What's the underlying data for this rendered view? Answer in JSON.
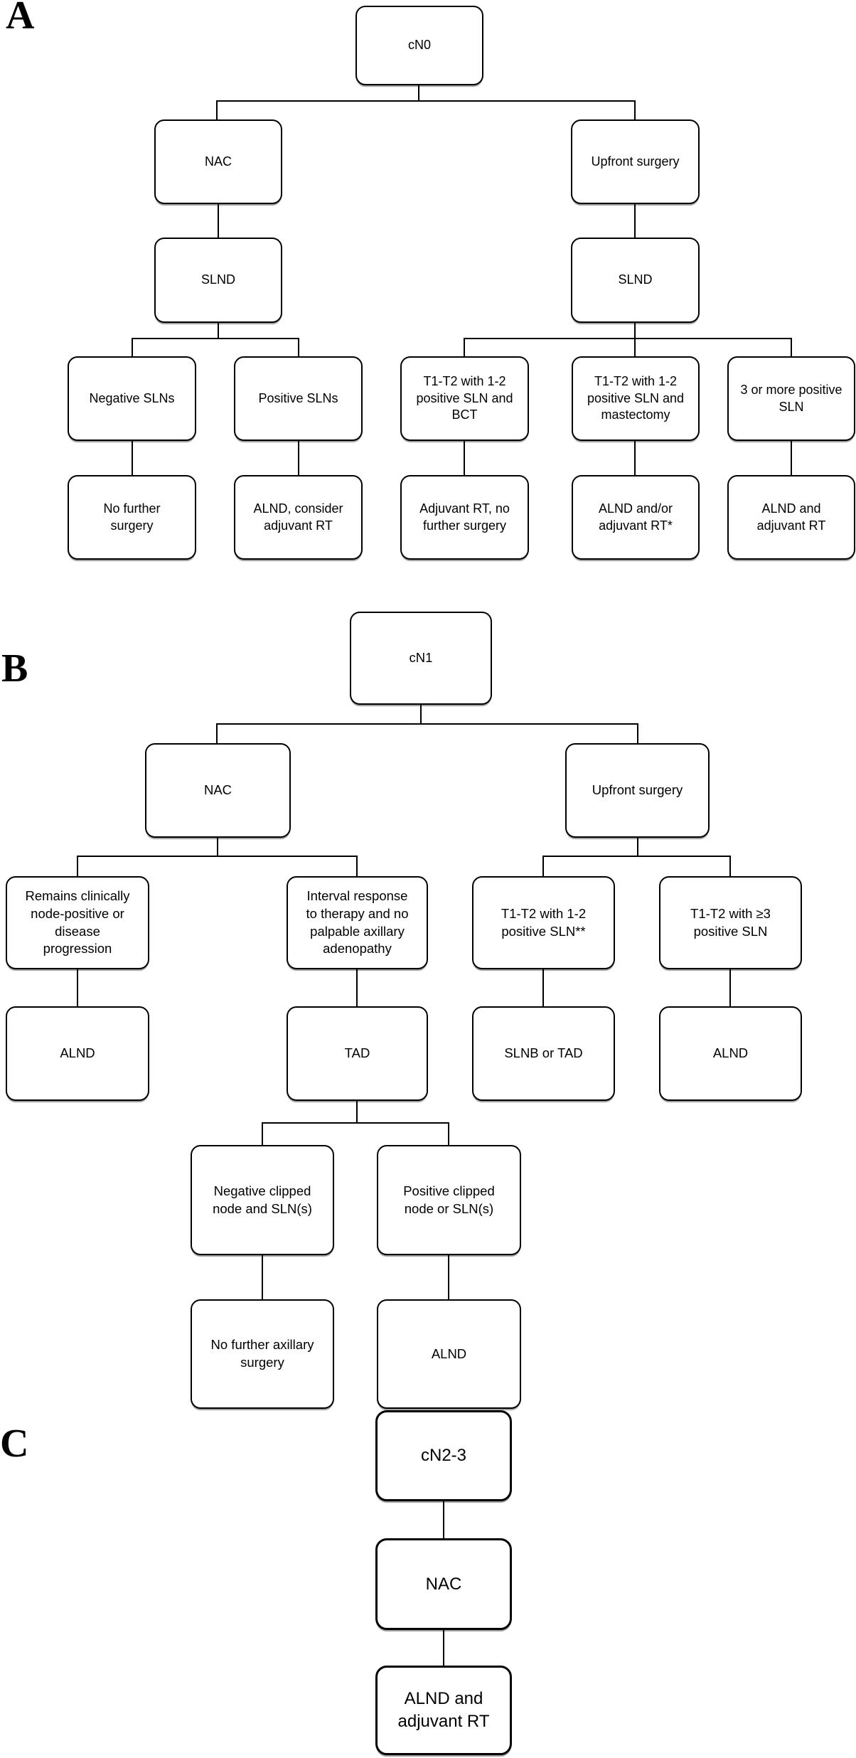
{
  "panels": {
    "a": {
      "label": "A",
      "nodes": {
        "cn0": "cN0",
        "nac": "NAC",
        "upfront": "Upfront surgery",
        "slnd_left": "SLND",
        "slnd_right": "SLND",
        "neg_sln": "Negative SLNs",
        "pos_sln": "Positive SLNs",
        "t12_bct": "T1-T2 with 1-2\npositive SLN and\nBCT",
        "t12_mastectomy": "T1-T2 with 1-2\npositive SLN and\nmastectomy",
        "three_or_more": "3 or more positive\nSLN",
        "no_further_surgery": "No further\nsurgery",
        "alnd_consider_rt": "ALND, consider\nadjuvant RT",
        "adjuvant_rt_no_surgery": "Adjuvant RT, no\nfurther surgery",
        "alnd_andor_rt": "ALND and/or\nadjuvant RT*",
        "alnd_and_rt": "ALND and\nadjuvant RT"
      }
    },
    "b": {
      "label": "B",
      "nodes": {
        "cn1": "cN1",
        "nac": "NAC",
        "upfront": "Upfront surgery",
        "remains_positive": "Remains clinically\nnode-positive or\ndisease\nprogression",
        "interval_response": "Interval response\nto therapy and no\npalpable axillary\nadenopathy",
        "t12_12_sln": "T1-T2 with 1-2\npositive SLN**",
        "t12_ge3_sln": "T1-T2 with ≥3\npositive SLN",
        "alnd_left": "ALND",
        "tad": "TAD",
        "slnb_or_tad": "SLNB or TAD",
        "alnd_right": "ALND",
        "neg_clipped": "Negative clipped\nnode and SLN(s)",
        "pos_clipped": "Positive clipped\nnode or SLN(s)",
        "no_further_axillary": "No further axillary\nsurgery",
        "alnd_bottom": "ALND"
      }
    },
    "c": {
      "label": "C",
      "nodes": {
        "cn23": "cN2-3",
        "nac": "NAC",
        "alnd_and_rt": "ALND and\nadjuvant RT"
      }
    }
  }
}
